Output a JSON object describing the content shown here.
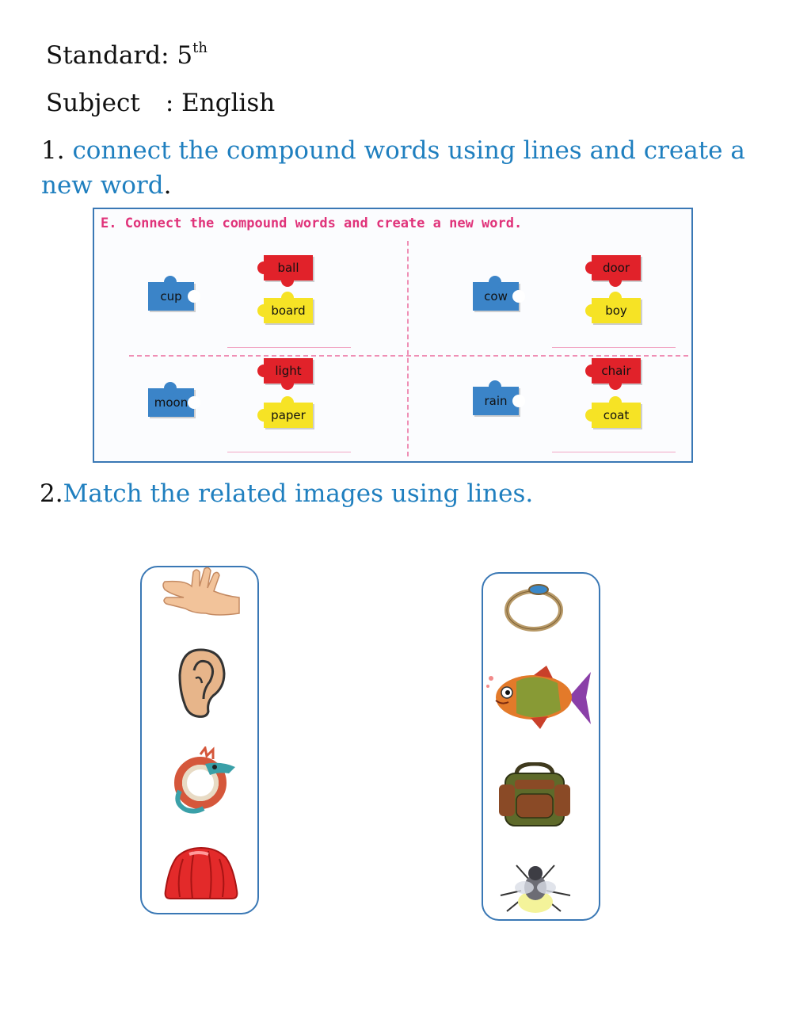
{
  "header": {
    "standard_label": "Standard: 5",
    "standard_sup": "th",
    "subject_label": "Subject",
    "subject_value": ": English"
  },
  "question1": {
    "number": "1.",
    "text": "connect the compound words using lines and create a new word",
    "end": "."
  },
  "exercise": {
    "title": "E.  Connect the compound words and create a new word.",
    "groups": [
      {
        "base": "cup",
        "options": [
          "ball",
          "board"
        ]
      },
      {
        "base": "cow",
        "options": [
          "door",
          "boy"
        ]
      },
      {
        "base": "moon",
        "options": [
          "light",
          "paper"
        ]
      },
      {
        "base": "rain",
        "options": [
          "chair",
          "coat"
        ]
      }
    ]
  },
  "question2": {
    "number": "2.",
    "text": "Match the related images using lines."
  },
  "match": {
    "left_images": [
      "hand-image",
      "ear-image",
      "dragon-image",
      "jelly-image"
    ],
    "right_images": [
      "ring-image",
      "fish-image",
      "backpack-image",
      "fly-image"
    ]
  },
  "colors": {
    "instruction_blue": "#1f7fbf",
    "title_pink": "#e0337a",
    "piece_blue": "#3b84c8",
    "piece_red": "#e1222a",
    "piece_yellow": "#f6e325",
    "border_blue": "#3a78b5"
  }
}
